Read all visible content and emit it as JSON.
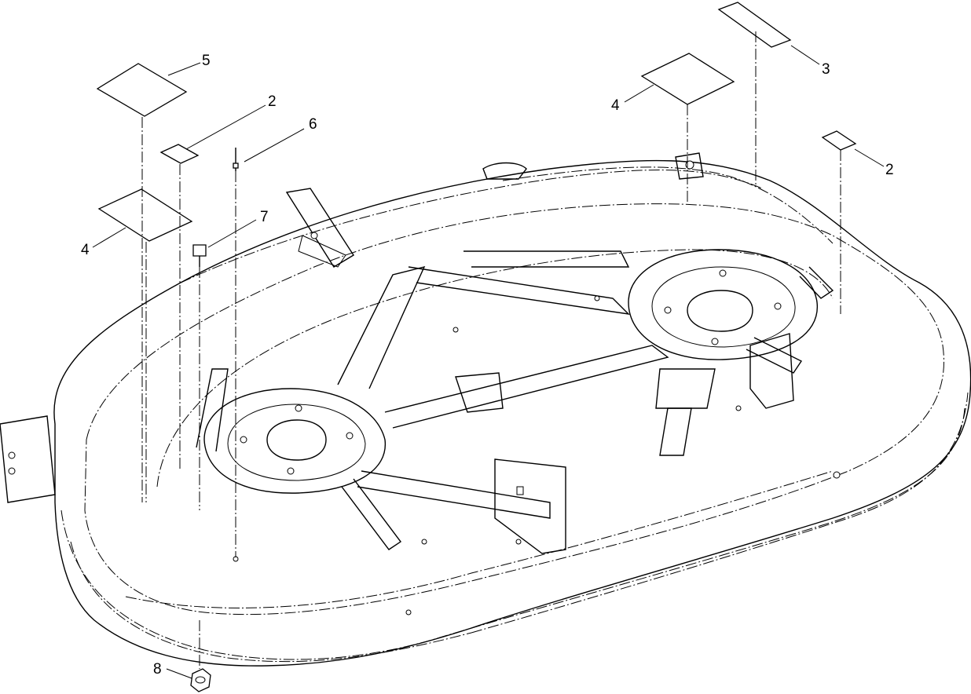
{
  "callouts": [
    {
      "id": "c5",
      "number": "5"
    },
    {
      "id": "c2a",
      "number": "2"
    },
    {
      "id": "c6",
      "number": "6"
    },
    {
      "id": "c7",
      "number": "7"
    },
    {
      "id": "c4a",
      "number": "4"
    },
    {
      "id": "c3",
      "number": "3"
    },
    {
      "id": "c4b",
      "number": "4"
    },
    {
      "id": "c2b",
      "number": "2"
    },
    {
      "id": "c8",
      "number": "8"
    }
  ]
}
